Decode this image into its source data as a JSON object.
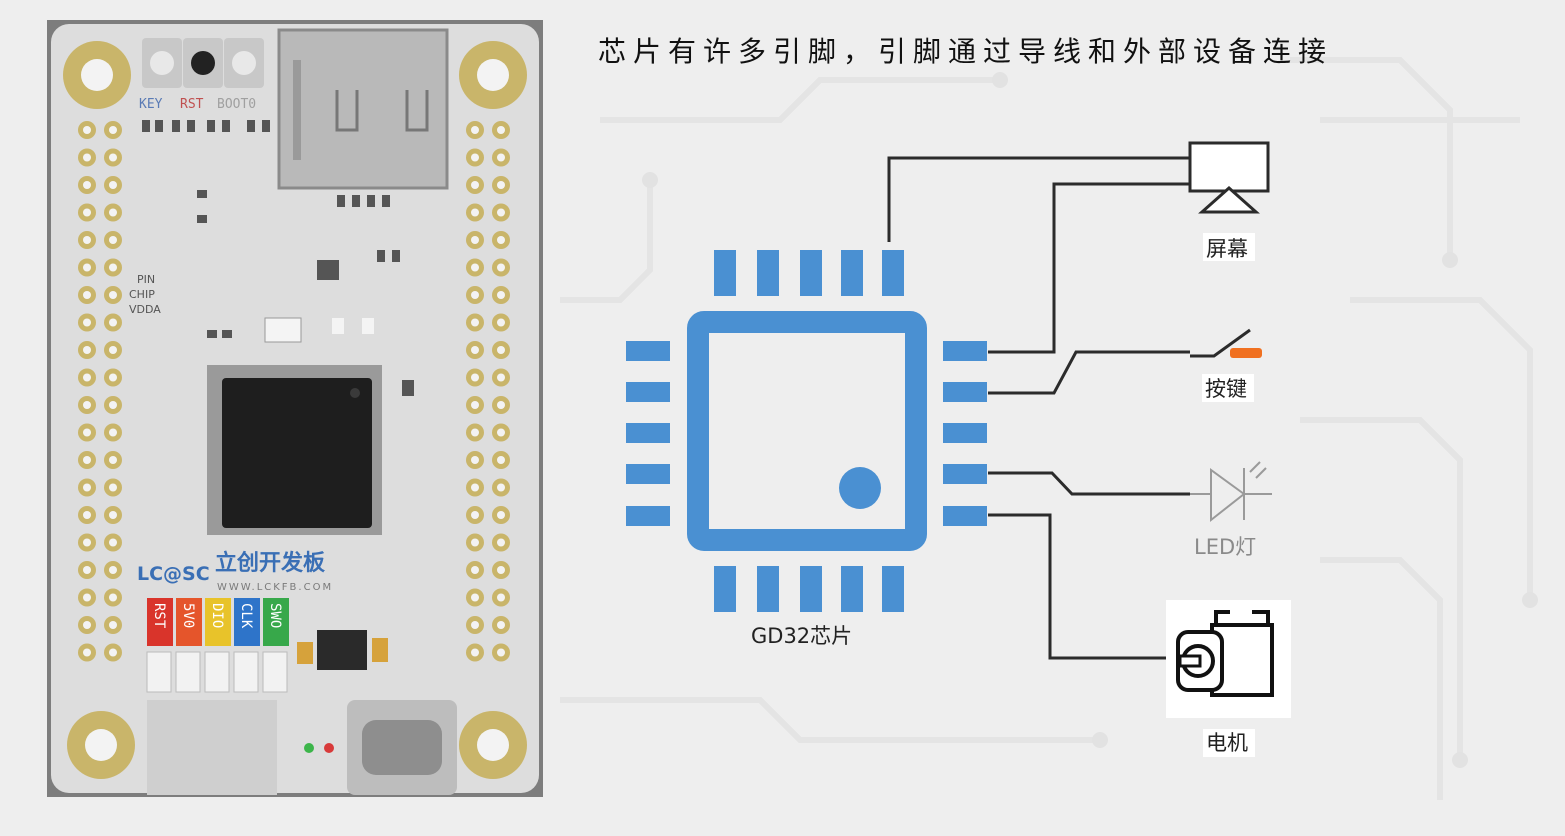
{
  "title": "芯片有许多引脚，引脚通过导线和外部设备连接",
  "board": {
    "buttons": [
      "KEY",
      "RST",
      "BOOT0"
    ],
    "side_labels": [
      "PIN",
      "CHIP",
      "VDDA"
    ],
    "brand_logo": "LC@SC",
    "brand_name": "立创开发板",
    "brand_url": "WWW.LCKFB.COM",
    "debug_pins": [
      {
        "label": "RST",
        "color": "#d9342b"
      },
      {
        "label": "5V0",
        "color": "#e5552b"
      },
      {
        "label": "DIO",
        "color": "#e8c32a"
      },
      {
        "label": "CLK",
        "color": "#2e74c9"
      },
      {
        "label": "SWO",
        "color": "#37a84a"
      }
    ]
  },
  "diagram": {
    "chip_label": "GD32芯片",
    "devices": [
      {
        "label": "屏幕",
        "icon": "display-icon"
      },
      {
        "label": "按键",
        "icon": "switch-icon"
      },
      {
        "label": "LED灯",
        "icon": "led-diode-icon"
      },
      {
        "label": "电机",
        "icon": "motor-icon"
      }
    ],
    "colors": {
      "chip": "#4a90d2",
      "wire": "#2b2b2b",
      "switch_accent": "#f07020"
    }
  }
}
